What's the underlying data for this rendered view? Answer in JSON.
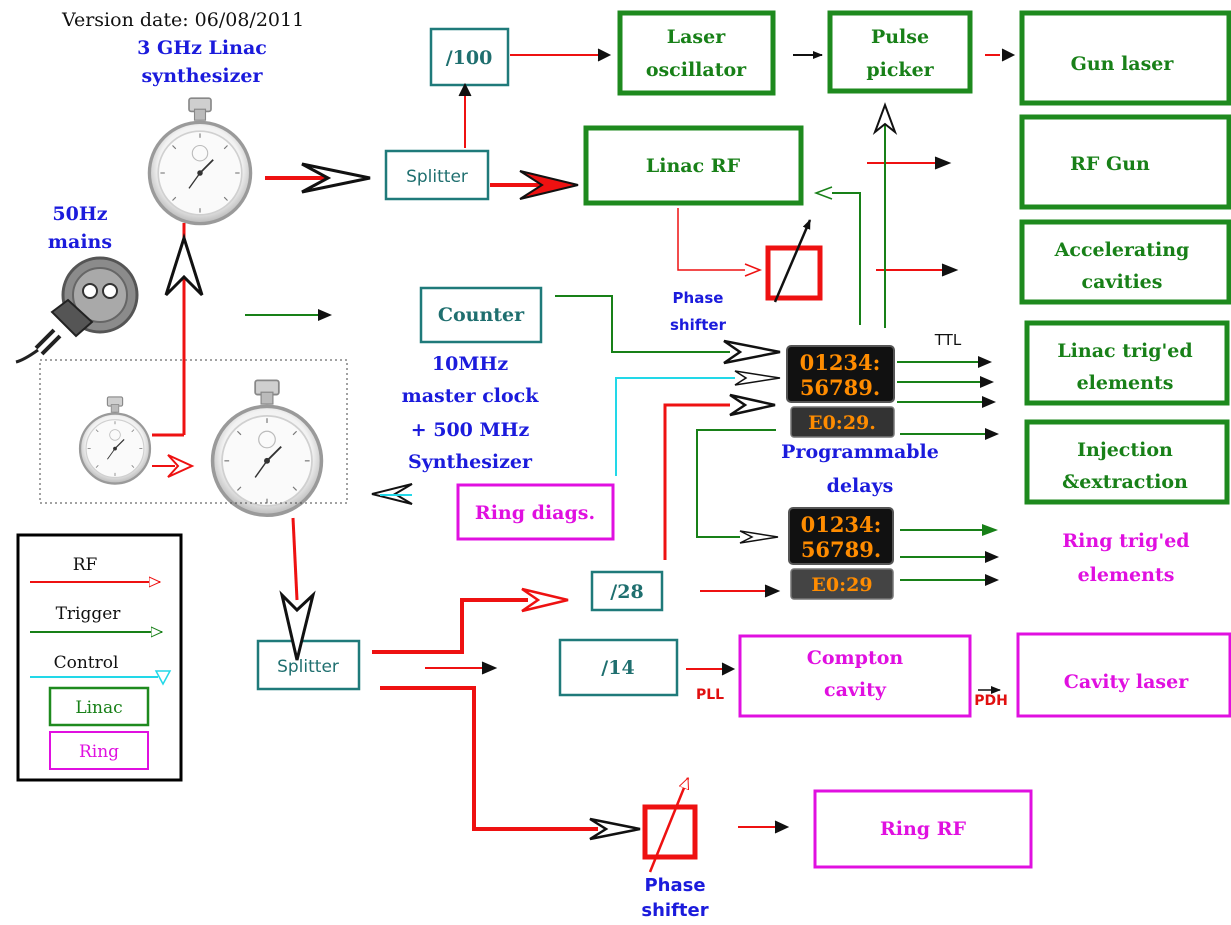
{
  "version_date": "Version date: 06/08/2011",
  "synth": {
    "line1": "3 GHz Linac",
    "line2": "synthesizer"
  },
  "mains": {
    "line1": "50Hz",
    "line2": "mains"
  },
  "master": {
    "line1": "10MHz",
    "line2": "master clock",
    "line3": "+ 500 MHz",
    "line4": "Synthesizer"
  },
  "boxes": {
    "div100": "/100",
    "splitter_top": "Splitter",
    "counter": "Counter",
    "linac_rf": "Linac RF",
    "laser_osc_1": "Laser",
    "laser_osc_2": "oscillator",
    "pulse_picker_1": "Pulse",
    "pulse_picker_2": "picker",
    "gun_laser": "Gun laser",
    "rf_gun": "RF Gun",
    "acc_1": "Accelerating",
    "acc_2": "cavities",
    "linac_trig_1": "Linac trig'ed",
    "linac_trig_2": "elements",
    "inj_1": "Injection",
    "inj_2": "&extraction",
    "ring_diags": "Ring diags.",
    "div28": "/28",
    "div14": "/14",
    "splitter_bottom": "Splitter",
    "compton_1": "Compton",
    "compton_2": "cavity",
    "cavity_laser": "Cavity laser",
    "ring_rf": "Ring RF"
  },
  "labels": {
    "phase_shifter_top_1": "Phase",
    "phase_shifter_top_2": "shifter",
    "phase_shifter_bottom_1": "Phase",
    "phase_shifter_bottom_2": "shifter",
    "ttl": "TTL",
    "programmable_1": "Programmable",
    "programmable_2": "delays",
    "ring_trig_1": "Ring trig'ed",
    "ring_trig_2": "elements",
    "pll": "PLL",
    "pdh": "PDH"
  },
  "timers": {
    "top_line1": "01234:",
    "top_line2": "56789.",
    "top_small": "E0:29.",
    "bottom_line1": "01234:",
    "bottom_line2": "56789.",
    "bottom_small": "E0:29"
  },
  "legend": {
    "rf": "RF",
    "trigger": "Trigger",
    "control": "Control",
    "linac": "Linac",
    "ring": "Ring"
  },
  "colors": {
    "rf": "#ee1111",
    "trigger": "#188018",
    "control": "#22d8e8",
    "linac_box": "#1e8a1e",
    "ring_box": "#e010e0",
    "teal_box": "#1f7a7a",
    "label_blue": "#1b1bdc",
    "timer_text": "#ff8c00"
  }
}
